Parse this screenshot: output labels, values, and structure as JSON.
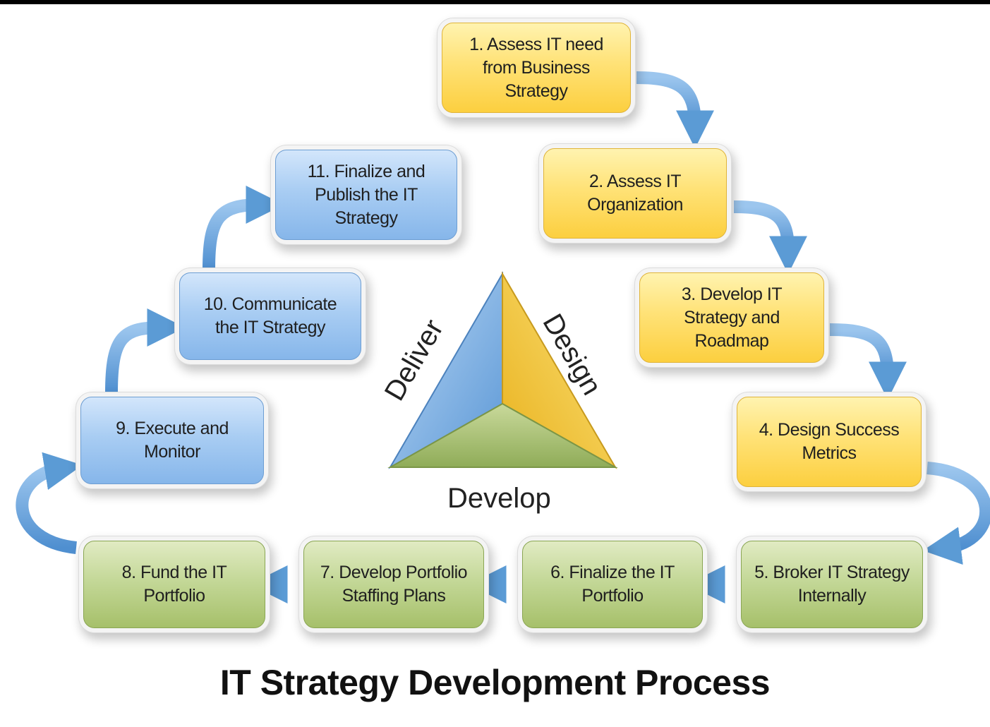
{
  "title": "IT Strategy Development Process",
  "steps": [
    {
      "label": "1. Assess IT need\nfrom Business\nStrategy",
      "color": "yellow"
    },
    {
      "label": "2. Assess IT\nOrganization",
      "color": "yellow"
    },
    {
      "label": "3. Develop IT\nStrategy and\nRoadmap",
      "color": "yellow"
    },
    {
      "label": "4. Design Success\nMetrics",
      "color": "yellow"
    },
    {
      "label": "5. Broker IT Strategy\nInternally",
      "color": "green"
    },
    {
      "label": "6. Finalize the IT\nPortfolio",
      "color": "green"
    },
    {
      "label": "7. Develop Portfolio\nStaffing Plans",
      "color": "green"
    },
    {
      "label": "8. Fund the IT\nPortfolio",
      "color": "green"
    },
    {
      "label": "9. Execute and\nMonitor",
      "color": "blue"
    },
    {
      "label": "10. Communicate\nthe IT Strategy",
      "color": "blue"
    },
    {
      "label": "11. Finalize and\nPublish the IT\nStrategy",
      "color": "blue"
    }
  ],
  "triangle": {
    "deliver": "Deliver",
    "design": "Design",
    "develop": "Develop"
  },
  "colors": {
    "yellow": "#fccf3f",
    "blue": "#86b6ea",
    "green": "#a6c06a",
    "arrow": "#5b9bd5"
  }
}
